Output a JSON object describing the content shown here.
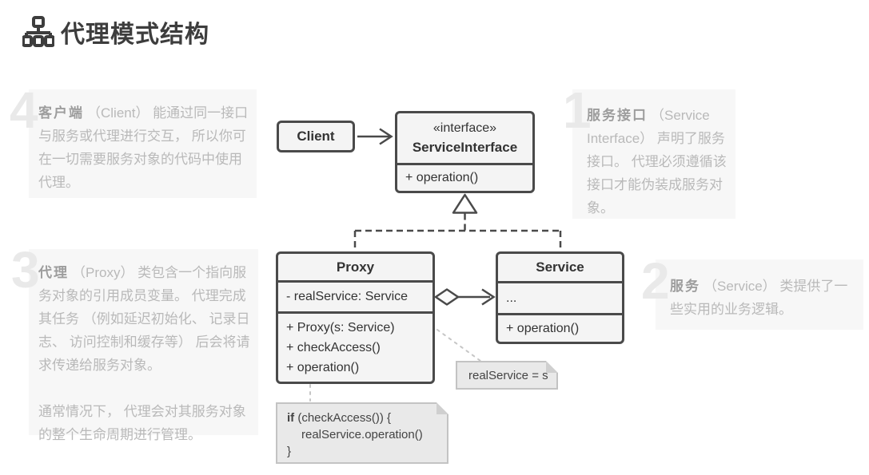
{
  "header": {
    "title": "代理模式结构",
    "icon": "structure-icon"
  },
  "annotations": [
    {
      "number": "1",
      "term": "服务接口",
      "text": "（Service Interface） 声明了服务接口。 代理必须遵循该接口才能伪装成服务对象。"
    },
    {
      "number": "2",
      "term": "服务",
      "text": "（Service） 类提供了一些实用的业务逻辑。"
    },
    {
      "number": "3",
      "term": "代理",
      "text": "（Proxy） 类包含一个指向服务对象的引用成员变量。 代理完成其任务 （例如延迟初始化、 记录日志、 访问控制和缓存等） 后会将请求传递给服务对象。",
      "text2": "通常情况下， 代理会对其服务对象的整个生命周期进行管理。"
    },
    {
      "number": "4",
      "term": "客户端",
      "text": "（Client） 能通过同一接口与服务或代理进行交互， 所以你可在一切需要服务对象的代码中使用代理。"
    }
  ],
  "diagram": {
    "client": {
      "title": "Client"
    },
    "service_interface": {
      "stereotype": "«interface»",
      "title": "ServiceInterface",
      "methods": [
        "+ operation()"
      ]
    },
    "proxy": {
      "title": "Proxy",
      "fields": [
        "- realService: Service"
      ],
      "methods": [
        "+ Proxy(s: Service)",
        "+ checkAccess()",
        "+ operation()"
      ]
    },
    "service": {
      "title": "Service",
      "fields": [
        "..."
      ],
      "methods": [
        "+ operation()"
      ]
    },
    "assignment_note": {
      "text": "realService = s"
    },
    "code_note": {
      "keyword": "if",
      "line1_rest": " (checkAccess()) {",
      "line2": "realService.operation()",
      "line3": "}"
    }
  },
  "colors": {
    "title_text": "#3d3d3d",
    "uml_border": "#4a4a4a",
    "uml_fill": "#f4f4f4",
    "uml_text": "#333333",
    "note_fill": "#e9e9e9",
    "note_border": "#c3c3c3",
    "annotation_bg": "#f7f7f7",
    "annotation_text": "#b9b9b9",
    "annotation_term": "#9d9d9d",
    "annotation_number": "#e9e9e9",
    "note_link_dash": "#c6c6c6"
  }
}
